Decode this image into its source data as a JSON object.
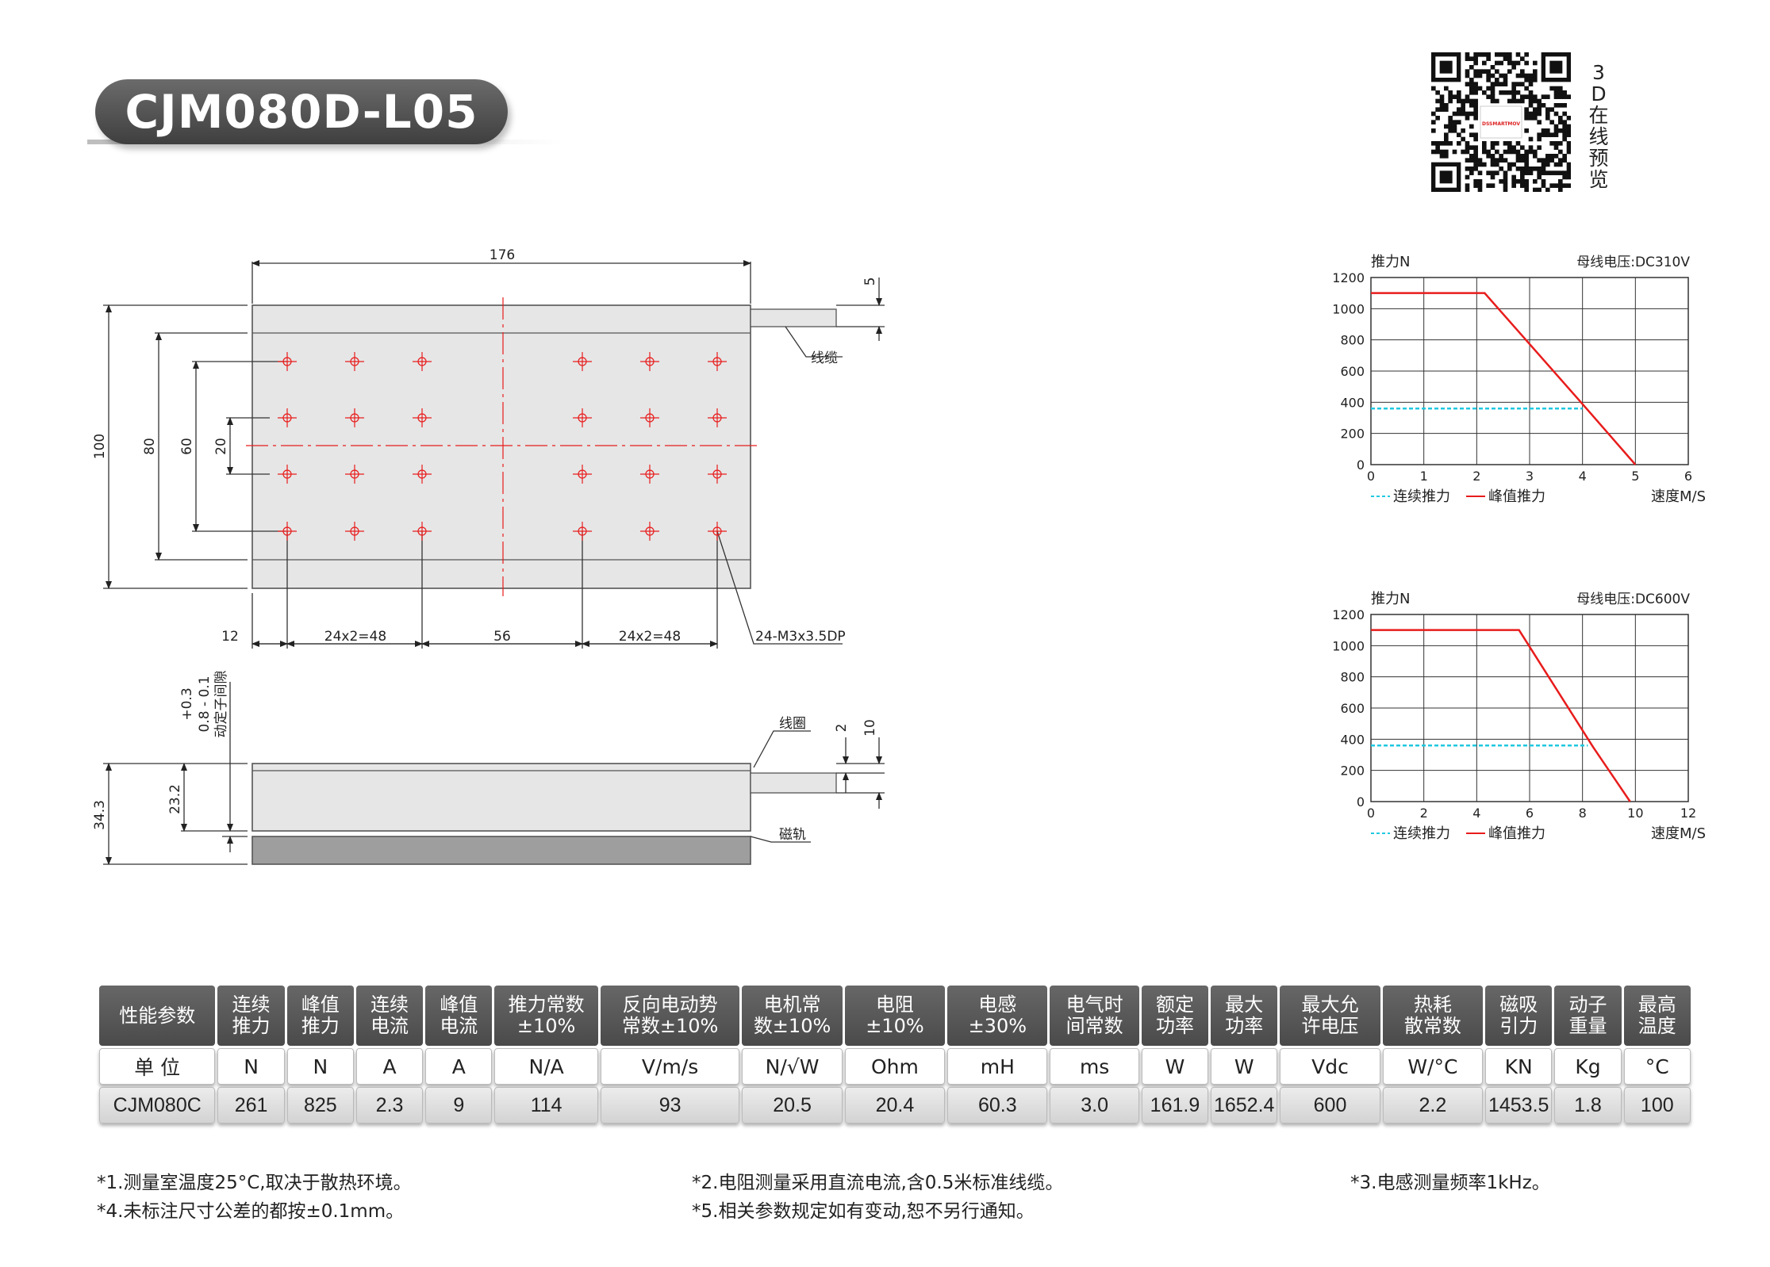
{
  "title": "CJM080D-L05",
  "qr": {
    "caption": [
      "3",
      "D",
      "在",
      "线",
      "预",
      "览"
    ],
    "brand": "DSSMARTMOV"
  },
  "drawing": {
    "top_view": {
      "dim_length": "176",
      "dim_cable_offset": "5",
      "cable_label": "线缆",
      "dim_height_outer": "100",
      "dim_height_80": "80",
      "dim_height_60": "60",
      "dim_height_20": "20",
      "dim_bottom": [
        "12",
        "24x2=48",
        "56",
        "24x2=48"
      ],
      "hole_label": "24-M3x3.5DP"
    },
    "side_view": {
      "gap_label": [
        "+0.3",
        "0.8 - 0.1",
        "动定子间隙"
      ],
      "coil_label": "线圈",
      "magnet_label": "磁轨",
      "dim_2": "2",
      "dim_10": "10",
      "dim_23_2": "23.2",
      "dim_34_3": "34.3"
    }
  },
  "chart_data": [
    {
      "type": "line",
      "ylabel": "推力N",
      "xlabel": "速度M/S",
      "annotation": "母线电压:DC310V",
      "x_ticks": [
        0,
        1,
        2,
        3,
        4,
        5,
        6
      ],
      "y_ticks": [
        0,
        200,
        400,
        600,
        800,
        1000,
        1200
      ],
      "xlim": [
        0,
        6
      ],
      "ylim": [
        0,
        1200
      ],
      "grid": true,
      "legend_position": "bottom",
      "series": [
        {
          "name": "连续推力",
          "style": "dashed",
          "color": "#20c8e0",
          "x": [
            0,
            4.0
          ],
          "y": [
            360,
            360
          ]
        },
        {
          "name": "峰值推力",
          "style": "solid",
          "color": "#e81c1c",
          "x": [
            0,
            2.15,
            4.1,
            5.0
          ],
          "y": [
            1100,
            1100,
            350,
            0
          ]
        }
      ]
    },
    {
      "type": "line",
      "ylabel": "推力N",
      "xlabel": "速度M/S",
      "annotation": "母线电压:DC600V",
      "x_ticks": [
        0,
        2,
        4,
        6,
        8,
        10,
        12
      ],
      "y_ticks": [
        0,
        200,
        400,
        600,
        800,
        1000,
        1200
      ],
      "xlim": [
        0,
        12
      ],
      "ylim": [
        0,
        1200
      ],
      "grid": true,
      "legend_position": "bottom",
      "series": [
        {
          "name": "连续推力",
          "style": "dashed",
          "color": "#20c8e0",
          "x": [
            0,
            8.2
          ],
          "y": [
            360,
            360
          ]
        },
        {
          "name": "峰值推力",
          "style": "solid",
          "color": "#e81c1c",
          "x": [
            0,
            5.6,
            8.4,
            9.8
          ],
          "y": [
            1100,
            1100,
            350,
            0
          ]
        }
      ]
    }
  ],
  "table": {
    "headers": [
      [
        "性能参数"
      ],
      [
        "连续",
        "推力"
      ],
      [
        "峰值",
        "推力"
      ],
      [
        "连续",
        "电流"
      ],
      [
        "峰值",
        "电流"
      ],
      [
        "推力常数",
        "±10%"
      ],
      [
        "反向电动势",
        "常数±10%"
      ],
      [
        "电机常",
        "数±10%"
      ],
      [
        "电阻",
        "±10%"
      ],
      [
        "电感",
        "±30%"
      ],
      [
        "电气时",
        "间常数"
      ],
      [
        "额定",
        "功率"
      ],
      [
        "最大",
        "功率"
      ],
      [
        "最大允",
        "许电压"
      ],
      [
        "热耗",
        "散常数"
      ],
      [
        "磁吸",
        "引力"
      ],
      [
        "动子",
        "重量"
      ],
      [
        "最高",
        "温度"
      ]
    ],
    "units": [
      "单 位",
      "N",
      "N",
      "A",
      "A",
      "N/A",
      "V/m/s",
      "N/√W",
      "Ohm",
      "mH",
      "ms",
      "W",
      "W",
      "Vdc",
      "W/°C",
      "KN",
      "Kg",
      "°C"
    ],
    "values": [
      "CJM080C",
      "261",
      "825",
      "2.3",
      "9",
      "114",
      "93",
      "20.5",
      "20.4",
      "60.3",
      "3.0",
      "161.9",
      "1652.4",
      "600",
      "2.2",
      "1453.5",
      "1.8",
      "100"
    ]
  },
  "notes": [
    "*1.测量室温度25°C,取决于散热环境。",
    "*2.电阻测量采用直流电流,含0.5米标准线缆。",
    "*3.电感测量频率1kHz。",
    "*4.未标注尺寸公差的都按±0.1mm。",
    "*5.相关参数规定如有变动,恕不另行通知。"
  ],
  "colors": {
    "accent_red": "#e81c1c",
    "cyan": "#20c8e0",
    "header_gray": "#555555"
  }
}
